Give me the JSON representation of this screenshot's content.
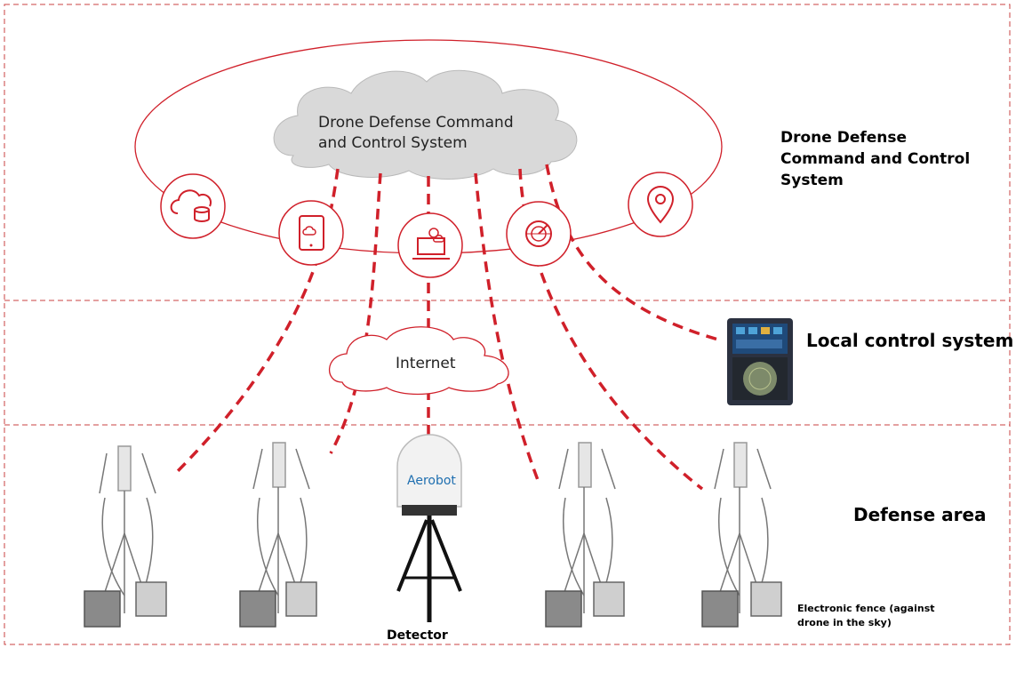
{
  "cloud_title_line1": "Drone Defense Command",
  "cloud_title_line2": "and Control System",
  "internet_label": "Internet",
  "section_labels": {
    "command": "Drone Defense Command and Control System",
    "local": "Local control system",
    "defense": "Defense area"
  },
  "detector_label": "Detector",
  "detector_brand": "Aerobot",
  "fence_label": "Electronic fence (against drone in the sky)",
  "colors": {
    "accent": "#d0202a",
    "cloud": "#d9d9d9",
    "divider": "#c0392b"
  },
  "icons": [
    "cloud-database-icon",
    "tablet-cloud-icon",
    "laptop-weather-icon",
    "radar-icon",
    "location-pin-icon"
  ]
}
